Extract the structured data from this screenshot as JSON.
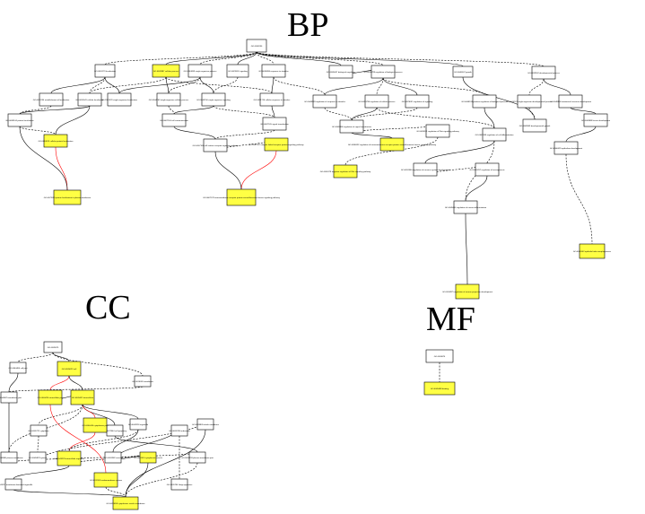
{
  "titles": {
    "bp": "BP",
    "cc": "CC",
    "mf": "MF"
  },
  "colors": {
    "highlight_fill": "#ffff44",
    "plain_fill": "#ffffff",
    "edge": "#000000",
    "significant_edge": "#ff0000"
  },
  "graphs": {
    "bp": {
      "nodes": [
        {
          "id": "b_root",
          "label": "GO:0008150",
          "highlight": false
        },
        {
          "id": "b1",
          "label": "GO:0051179 localization",
          "highlight": false
        },
        {
          "id": "b2",
          "label": "GO:0009987 cellular process",
          "highlight": true
        },
        {
          "id": "b3",
          "label": "GO:0044699 single-organism process",
          "highlight": false
        },
        {
          "id": "b4",
          "label": "GO:0023052 signaling",
          "highlight": false
        },
        {
          "id": "b5",
          "label": "GO:0050896 response to stimulus",
          "highlight": false
        },
        {
          "id": "b6",
          "label": "GO:0065007 biological regulation",
          "highlight": false
        },
        {
          "id": "b7",
          "label": "GO:0050789 regulation of biological process",
          "highlight": false
        },
        {
          "id": "b8",
          "label": "GO:0040007 growth",
          "highlight": false
        },
        {
          "id": "b9",
          "label": "GO:0032502 developmental process",
          "highlight": false
        },
        {
          "id": "b10",
          "label": "GO:0051234 establishment of localization",
          "highlight": false
        },
        {
          "id": "b11",
          "label": "GO:0051641 cellular localization",
          "highlight": false
        },
        {
          "id": "b12",
          "label": "GO:1902578 single-organism localization",
          "highlight": false
        },
        {
          "id": "b13",
          "label": "GO:0044763 single-organism cellular process",
          "highlight": false
        },
        {
          "id": "b14",
          "label": "GO:0044700 single organism signaling",
          "highlight": false
        },
        {
          "id": "b15",
          "label": "GO:0051716 cellular response to stimulus",
          "highlight": false
        },
        {
          "id": "b16",
          "label": "GO:0048583 regulation of response to stimulus",
          "highlight": false
        },
        {
          "id": "b17",
          "label": "GO:0050794 regulation of cellular process",
          "highlight": false
        },
        {
          "id": "b18",
          "label": "GO:0023051 regulation of signaling",
          "highlight": false
        },
        {
          "id": "b19",
          "label": "GO:0048518 positive regulation of biological process",
          "highlight": false
        },
        {
          "id": "b20",
          "label": "GO:0044767 single-organism developmental process",
          "highlight": false
        },
        {
          "id": "b21",
          "label": "GO:0048856 anatomical structure development",
          "highlight": false
        },
        {
          "id": "b22",
          "label": "GO:0008104 protein localization",
          "highlight": false
        },
        {
          "id": "b23",
          "label": "GO:0007154 cell communication",
          "highlight": false
        },
        {
          "id": "b24",
          "label": "GO:0007165 signal transduction",
          "highlight": false
        },
        {
          "id": "b25",
          "label": "GO:0009966 regulation of signal transduction",
          "highlight": false
        },
        {
          "id": "b26",
          "label": "GO:0048589 developmental growth",
          "highlight": false
        },
        {
          "id": "b27",
          "label": "GO:0009888 tissue development",
          "highlight": false
        },
        {
          "id": "b28",
          "label": "GO:0034613 cellular protein localization",
          "highlight": true
        },
        {
          "id": "b29",
          "label": "GO:0007166 cell surface receptor signaling pathway",
          "highlight": false
        },
        {
          "id": "b30",
          "label": "GO:0007167 enzyme linked receptor protein signaling pathway",
          "highlight": true
        },
        {
          "id": "b31",
          "label": "GO:0090092 regulation of transmembrane receptor protein serine/threonine kinase signaling pathway",
          "highlight": true
        },
        {
          "id": "b32",
          "label": "GO:0030111 regulation of Wnt signaling pathway",
          "highlight": false
        },
        {
          "id": "b33",
          "label": "GO:0060429 epithelium development",
          "highlight": false
        },
        {
          "id": "b34",
          "label": "GO:0072659 protein localization to plasma membrane",
          "highlight": true
        },
        {
          "id": "b35",
          "label": "GO:0007178 transmembrane receptor protein serine/threonine kinase signaling pathway",
          "highlight": true
        },
        {
          "id": "b36",
          "label": "GO:0030178 negative regulation of Wnt signaling pathway",
          "highlight": true
        },
        {
          "id": "b37",
          "label": "GO:0045595 regulation of cell differentiation",
          "highlight": false
        },
        {
          "id": "b38",
          "label": "GO:0051960 regulation of nervous system development",
          "highlight": false
        },
        {
          "id": "b39",
          "label": "GO:0050767 regulation of neurogenesis",
          "highlight": false
        },
        {
          "id": "b40",
          "label": "GO:0045664 regulation of neuron differentiation",
          "highlight": false
        },
        {
          "id": "b41",
          "label": "GO:0010975 regulation of neuron projection development",
          "highlight": true
        },
        {
          "id": "b42",
          "label": "GO:0060562 epithelial tube morphogenesis",
          "highlight": true
        }
      ],
      "edges": [
        {
          "from": "b_root",
          "to": "b1",
          "significant": false
        },
        {
          "from": "b_root",
          "to": "b2",
          "significant": false
        },
        {
          "from": "b_root",
          "to": "b3",
          "significant": false
        },
        {
          "from": "b_root",
          "to": "b4",
          "significant": false
        },
        {
          "from": "b_root",
          "to": "b5",
          "significant": false
        },
        {
          "from": "b_root",
          "to": "b6",
          "significant": false
        },
        {
          "from": "b_root",
          "to": "b7",
          "significant": false
        },
        {
          "from": "b_root",
          "to": "b8",
          "significant": false
        },
        {
          "from": "b_root",
          "to": "b9",
          "significant": false
        },
        {
          "from": "b1",
          "to": "b10",
          "significant": false
        },
        {
          "from": "b1",
          "to": "b11",
          "significant": false
        },
        {
          "from": "b1",
          "to": "b12",
          "significant": false
        },
        {
          "from": "b2",
          "to": "b11",
          "significant": false
        },
        {
          "from": "b2",
          "to": "b13",
          "significant": false
        },
        {
          "from": "b2",
          "to": "b15",
          "significant": false
        },
        {
          "from": "b3",
          "to": "b12",
          "significant": false
        },
        {
          "from": "b3",
          "to": "b13",
          "significant": false
        },
        {
          "from": "b3",
          "to": "b14",
          "significant": false
        },
        {
          "from": "b4",
          "to": "b14",
          "significant": false
        },
        {
          "from": "b5",
          "to": "b15",
          "significant": false
        },
        {
          "from": "b5",
          "to": "b16",
          "significant": false
        },
        {
          "from": "b6",
          "to": "b7",
          "significant": false
        },
        {
          "from": "b7",
          "to": "b17",
          "significant": false
        },
        {
          "from": "b7",
          "to": "b18",
          "significant": false
        },
        {
          "from": "b7",
          "to": "b19",
          "significant": false
        },
        {
          "from": "b7",
          "to": "b16",
          "significant": false
        },
        {
          "from": "b9",
          "to": "b20",
          "significant": false
        },
        {
          "from": "b9",
          "to": "b21",
          "significant": false
        },
        {
          "from": "b10",
          "to": "b22",
          "significant": false
        },
        {
          "from": "b11",
          "to": "b22",
          "significant": false
        },
        {
          "from": "b13",
          "to": "b23",
          "significant": false
        },
        {
          "from": "b14",
          "to": "b23",
          "significant": false
        },
        {
          "from": "b14",
          "to": "b24",
          "significant": false
        },
        {
          "from": "b15",
          "to": "b24",
          "significant": false
        },
        {
          "from": "b16",
          "to": "b25",
          "significant": false
        },
        {
          "from": "b17",
          "to": "b25",
          "significant": false
        },
        {
          "from": "b18",
          "to": "b25",
          "significant": false
        },
        {
          "from": "b8",
          "to": "b26",
          "significant": false
        },
        {
          "from": "b20",
          "to": "b26",
          "significant": false
        },
        {
          "from": "b21",
          "to": "b27",
          "significant": false
        },
        {
          "from": "b22",
          "to": "b28",
          "significant": false
        },
        {
          "from": "b11",
          "to": "b28",
          "significant": false
        },
        {
          "from": "b24",
          "to": "b29",
          "significant": false
        },
        {
          "from": "b23",
          "to": "b29",
          "significant": false
        },
        {
          "from": "b29",
          "to": "b30",
          "significant": false
        },
        {
          "from": "b25",
          "to": "b31",
          "significant": false
        },
        {
          "from": "b25",
          "to": "b32",
          "significant": false
        },
        {
          "from": "b27",
          "to": "b33",
          "significant": false
        },
        {
          "from": "b28",
          "to": "b34",
          "significant": true
        },
        {
          "from": "b22",
          "to": "b34",
          "significant": false
        },
        {
          "from": "b30",
          "to": "b35",
          "significant": true
        },
        {
          "from": "b29",
          "to": "b35",
          "significant": false
        },
        {
          "from": "b32",
          "to": "b36",
          "significant": false
        },
        {
          "from": "b19",
          "to": "b37",
          "significant": false
        },
        {
          "from": "b17",
          "to": "b37",
          "significant": false
        },
        {
          "from": "b37",
          "to": "b38",
          "significant": false
        },
        {
          "from": "b38",
          "to": "b39",
          "significant": false
        },
        {
          "from": "b39",
          "to": "b40",
          "significant": false
        },
        {
          "from": "b37",
          "to": "b40",
          "significant": false
        },
        {
          "from": "b40",
          "to": "b41",
          "significant": false
        },
        {
          "from": "b33",
          "to": "b42",
          "significant": false
        }
      ]
    },
    "cc": {
      "nodes": [
        {
          "id": "c_root",
          "label": "GO:0005575",
          "highlight": false
        },
        {
          "id": "c1",
          "label": "GO:0044464 cell part",
          "highlight": false
        },
        {
          "id": "c2",
          "label": "GO:0005623 cell",
          "highlight": true
        },
        {
          "id": "c3",
          "label": "GO:0016020 membrane",
          "highlight": false
        },
        {
          "id": "c4",
          "label": "GO:0044425 membrane part",
          "highlight": false
        },
        {
          "id": "c5",
          "label": "GO:0044424 intracellular part",
          "highlight": true
        },
        {
          "id": "c6",
          "label": "GO:0005622 intracellular",
          "highlight": true
        },
        {
          "id": "c7",
          "label": "GO:0005737 cytoplasm",
          "highlight": false
        },
        {
          "id": "c8",
          "label": "GO:0071944 cell periphery",
          "highlight": false
        },
        {
          "id": "c9",
          "label": "GO:0044444 cytoplasmic part",
          "highlight": true
        },
        {
          "id": "c10",
          "label": "GO:0043226 organelle",
          "highlight": false
        },
        {
          "id": "c11",
          "label": "GO:0005886 plasma membrane",
          "highlight": false
        },
        {
          "id": "c12",
          "label": "GO:0005829 cytosol",
          "highlight": false
        },
        {
          "id": "c13",
          "label": "GO:0043229 intracellular organelle",
          "highlight": true
        },
        {
          "id": "c14",
          "label": "GO:0031982 vesicle",
          "highlight": false
        },
        {
          "id": "c15",
          "label": "GO:0031410 cytoplasmic vesicle",
          "highlight": true
        },
        {
          "id": "c16",
          "label": "GO:0005768 endosome",
          "highlight": false
        },
        {
          "id": "c17",
          "label": "GO:0044459 plasma membrane part",
          "highlight": false
        },
        {
          "id": "c18",
          "label": "GO:0098805 whole membrane",
          "highlight": false
        },
        {
          "id": "c19",
          "label": "GO:0012505 endomembrane system",
          "highlight": true
        },
        {
          "id": "c20",
          "label": "GO:0043227 membrane-bounded organelle",
          "highlight": false
        },
        {
          "id": "c21",
          "label": "GO:0005794 Golgi apparatus",
          "highlight": false
        },
        {
          "id": "c22",
          "label": "GO:0030659 cytoplasmic vesicle membrane",
          "highlight": true
        }
      ],
      "edges": [
        {
          "from": "c_root",
          "to": "c1",
          "significant": false
        },
        {
          "from": "c_root",
          "to": "c2",
          "significant": false
        },
        {
          "from": "c_root",
          "to": "c3",
          "significant": false
        },
        {
          "from": "c1",
          "to": "c4",
          "significant": false
        },
        {
          "from": "c2",
          "to": "c5",
          "significant": true
        },
        {
          "from": "c2",
          "to": "c6",
          "significant": false
        },
        {
          "from": "c3",
          "to": "c4",
          "significant": false
        },
        {
          "from": "c5",
          "to": "c6",
          "significant": false
        },
        {
          "from": "c6",
          "to": "c7",
          "significant": false
        },
        {
          "from": "c6",
          "to": "c8",
          "significant": false
        },
        {
          "from": "c6",
          "to": "c9",
          "significant": true
        },
        {
          "from": "c6",
          "to": "c10",
          "significant": false
        },
        {
          "from": "c6",
          "to": "c11",
          "significant": false
        },
        {
          "from": "c4",
          "to": "c11",
          "significant": false
        },
        {
          "from": "c7",
          "to": "c12",
          "significant": false
        },
        {
          "from": "c9",
          "to": "c13",
          "significant": true
        },
        {
          "from": "c10",
          "to": "c13",
          "significant": false
        },
        {
          "from": "c10",
          "to": "c14",
          "significant": false
        },
        {
          "from": "c13",
          "to": "c15",
          "significant": false
        },
        {
          "from": "c14",
          "to": "c15",
          "significant": false
        },
        {
          "from": "c11",
          "to": "c17",
          "significant": false
        },
        {
          "from": "c8",
          "to": "c17",
          "significant": false
        },
        {
          "from": "c12",
          "to": "c18",
          "significant": false
        },
        {
          "from": "c14",
          "to": "c16",
          "significant": false
        },
        {
          "from": "c5",
          "to": "c19",
          "significant": true
        },
        {
          "from": "c13",
          "to": "c20",
          "significant": false
        },
        {
          "from": "c16",
          "to": "c21",
          "significant": false
        },
        {
          "from": "c15",
          "to": "c22",
          "significant": false
        },
        {
          "from": "c17",
          "to": "c22",
          "significant": false
        },
        {
          "from": "c18",
          "to": "c22",
          "significant": false
        },
        {
          "from": "c19",
          "to": "c22",
          "significant": false
        },
        {
          "from": "c20",
          "to": "c22",
          "significant": false
        }
      ]
    },
    "mf": {
      "nodes": [
        {
          "id": "m_root",
          "label": "GO:0003674",
          "highlight": false
        },
        {
          "id": "m1",
          "label": "GO:0005488 binding",
          "highlight": true
        }
      ],
      "edges": [
        {
          "from": "m_root",
          "to": "m1",
          "significant": false
        }
      ]
    }
  }
}
